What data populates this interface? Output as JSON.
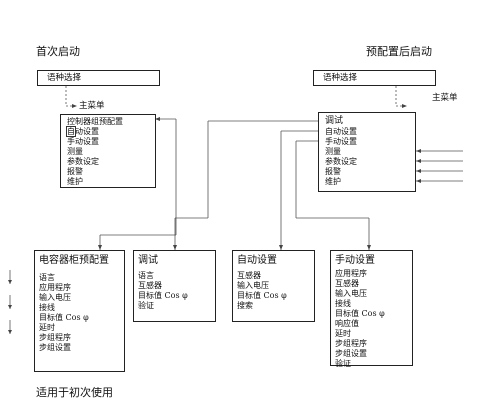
{
  "headings": {
    "first_start": "首次启动",
    "preconfig_start": "预配置后启动",
    "main_menu_right": "主菜单",
    "footer_note": "适用于初次使用"
  },
  "left_flow": {
    "lang_select": "语种选择",
    "main_menu": "主菜单",
    "menu_items": [
      "控制器组预配置",
      "自动设置",
      "手动设置",
      "测量",
      "参数设定",
      "报警",
      "维护"
    ],
    "highlighted_char": "自"
  },
  "right_flow": {
    "lang_select": "语种选择",
    "menu_items": [
      "调试",
      "自动设置",
      "手动设置",
      "测量",
      "参数设定",
      "报警",
      "维护"
    ]
  },
  "panels": {
    "cabinet": {
      "title": "电容器柜预配置",
      "items": [
        "语言",
        "应用程序",
        "输入电压",
        "接线",
        "目标值 Cos φ",
        "延时",
        "步组程序",
        "步组设置"
      ]
    },
    "debug": {
      "title": "调试",
      "items": [
        "语言",
        "互感器",
        "目标值 Cos φ",
        "验证"
      ]
    },
    "auto": {
      "title": "自动设置",
      "items": [
        "互感器",
        "输入电压",
        "目标值 Cos φ",
        "搜索"
      ]
    },
    "manual": {
      "title": "手动设置",
      "items": [
        "应用程序",
        "互感器",
        "输入电压",
        "接线",
        "目标值 Cos φ",
        "响应值",
        "延时",
        "步组程序",
        "步组设置",
        "验证"
      ]
    }
  },
  "colors": {
    "line": "#333333",
    "background": "#ffffff"
  }
}
